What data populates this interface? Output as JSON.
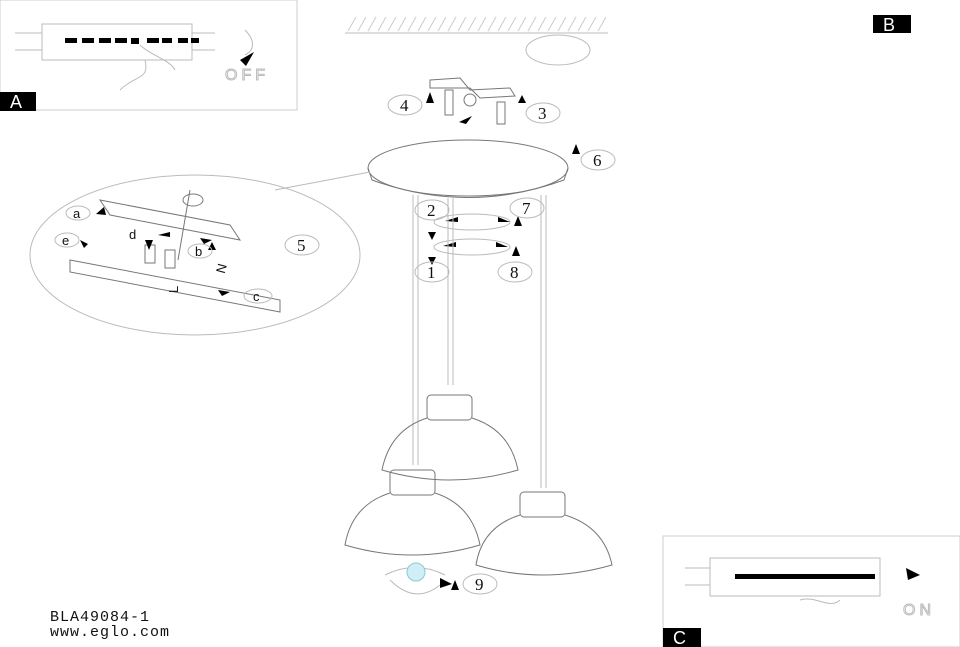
{
  "panels": {
    "a": "A",
    "b": "B",
    "c": "C"
  },
  "switch": {
    "off": "OFF",
    "on": "ON"
  },
  "steps": [
    "1",
    "2",
    "3",
    "4",
    "5",
    "6",
    "7",
    "8",
    "9"
  ],
  "detail_labels": {
    "a": "a",
    "b": "b",
    "c": "c",
    "d": "d",
    "e": "e",
    "l": "L",
    "n": "N"
  },
  "footer": {
    "model": "BLA49084-1",
    "website": "www.eglo.com"
  }
}
